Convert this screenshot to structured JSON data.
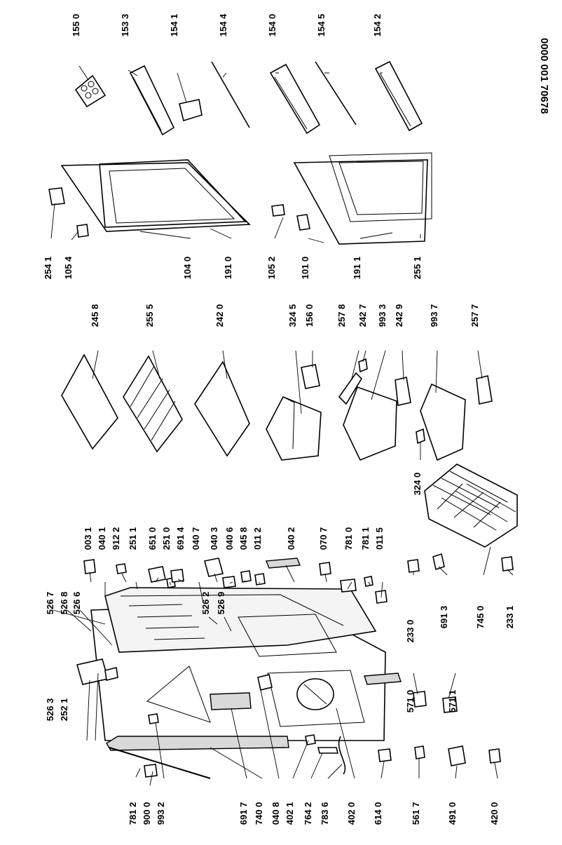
{
  "document_number": "0000 001 70678",
  "part_numbers": [
    "155 0",
    "153 3",
    "154 1",
    "154 4",
    "154 0",
    "154 5",
    "154 2",
    "254 1",
    "105 4",
    "104 0",
    "191 0",
    "105 2",
    "101 0",
    "191 1",
    "255 1",
    "245 8",
    "255 5",
    "242 0",
    "324 5",
    "156 0",
    "257 8",
    "242 7",
    "993 3",
    "242 9",
    "993 7",
    "257 7",
    "324 0",
    "003 1",
    "040 1",
    "912 2",
    "251 1",
    "651 0",
    "251 0",
    "691 4",
    "040 7",
    "040 3",
    "040 6",
    "045 8",
    "011 2",
    "040 2",
    "070 7",
    "781 0",
    "781 1",
    "011 5",
    "526 7",
    "526 8",
    "526 6",
    "526 2",
    "526 9",
    "526 3",
    "252 1",
    "233 0",
    "691 3",
    "745 0",
    "233 1",
    "571 0",
    "571 1",
    "781 2",
    "900 0",
    "993 2",
    "691 7",
    "740 0",
    "040 8",
    "402 1",
    "764 2",
    "783 6",
    "402 0",
    "614 0",
    "561 7",
    "491 0",
    "420 0"
  ]
}
